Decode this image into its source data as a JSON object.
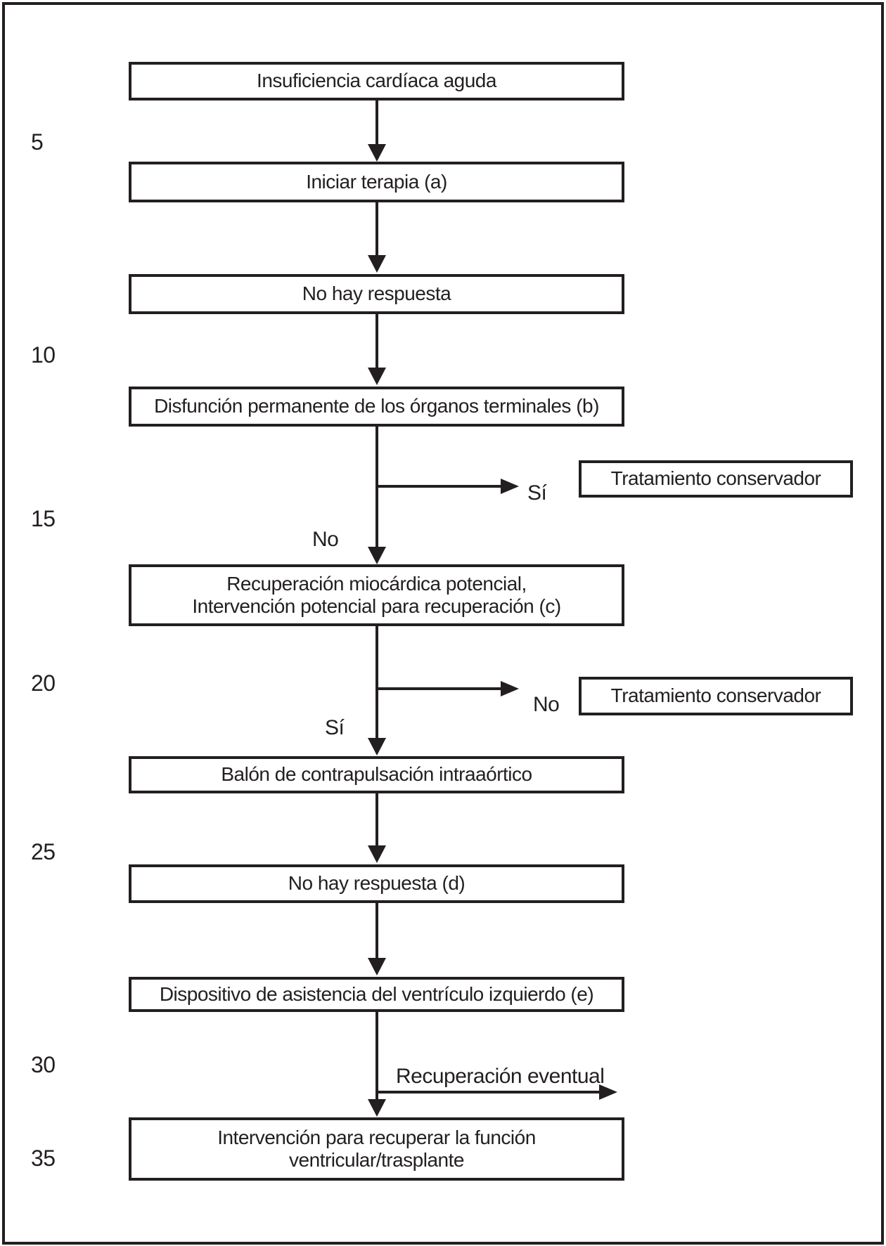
{
  "figure": {
    "type": "flowchart",
    "language": "es",
    "colors": {
      "ink": "#231f20",
      "background": "#ffffff"
    },
    "line_numbers": [
      "5",
      "10",
      "15",
      "20",
      "25",
      "30",
      "35"
    ],
    "boxes": {
      "acute_heart_failure": "Insuficiencia cardíaca aguda",
      "start_therapy": "Iniciar terapia (a)",
      "no_response_1": "No hay respuesta",
      "end_organ_dysfunction": "Disfunción permanente de los órganos terminales (b)",
      "potential_recovery_line1": "Recuperación miocárdica potencial,",
      "potential_recovery_line2": "Intervención potencial para recuperación (c)",
      "conservative_treatment_1": "Tratamiento conservador",
      "conservative_treatment_2": "Tratamiento conservador",
      "intra_aortic_balloon": "Balón de contrapulsación intraaórtico",
      "no_response_2": "No hay respuesta (d)",
      "lvad": "Dispositivo de asistencia del ventrículo izquierdo (e)",
      "intervention_line1": "Intervención para recuperar la función",
      "intervention_line2": "ventricular/trasplante"
    },
    "labels": {
      "branch1_yes": "Sí",
      "branch1_no": "No",
      "branch2_no": "No",
      "branch2_yes": "Sí",
      "eventual_recovery": "Recuperación eventual"
    }
  }
}
